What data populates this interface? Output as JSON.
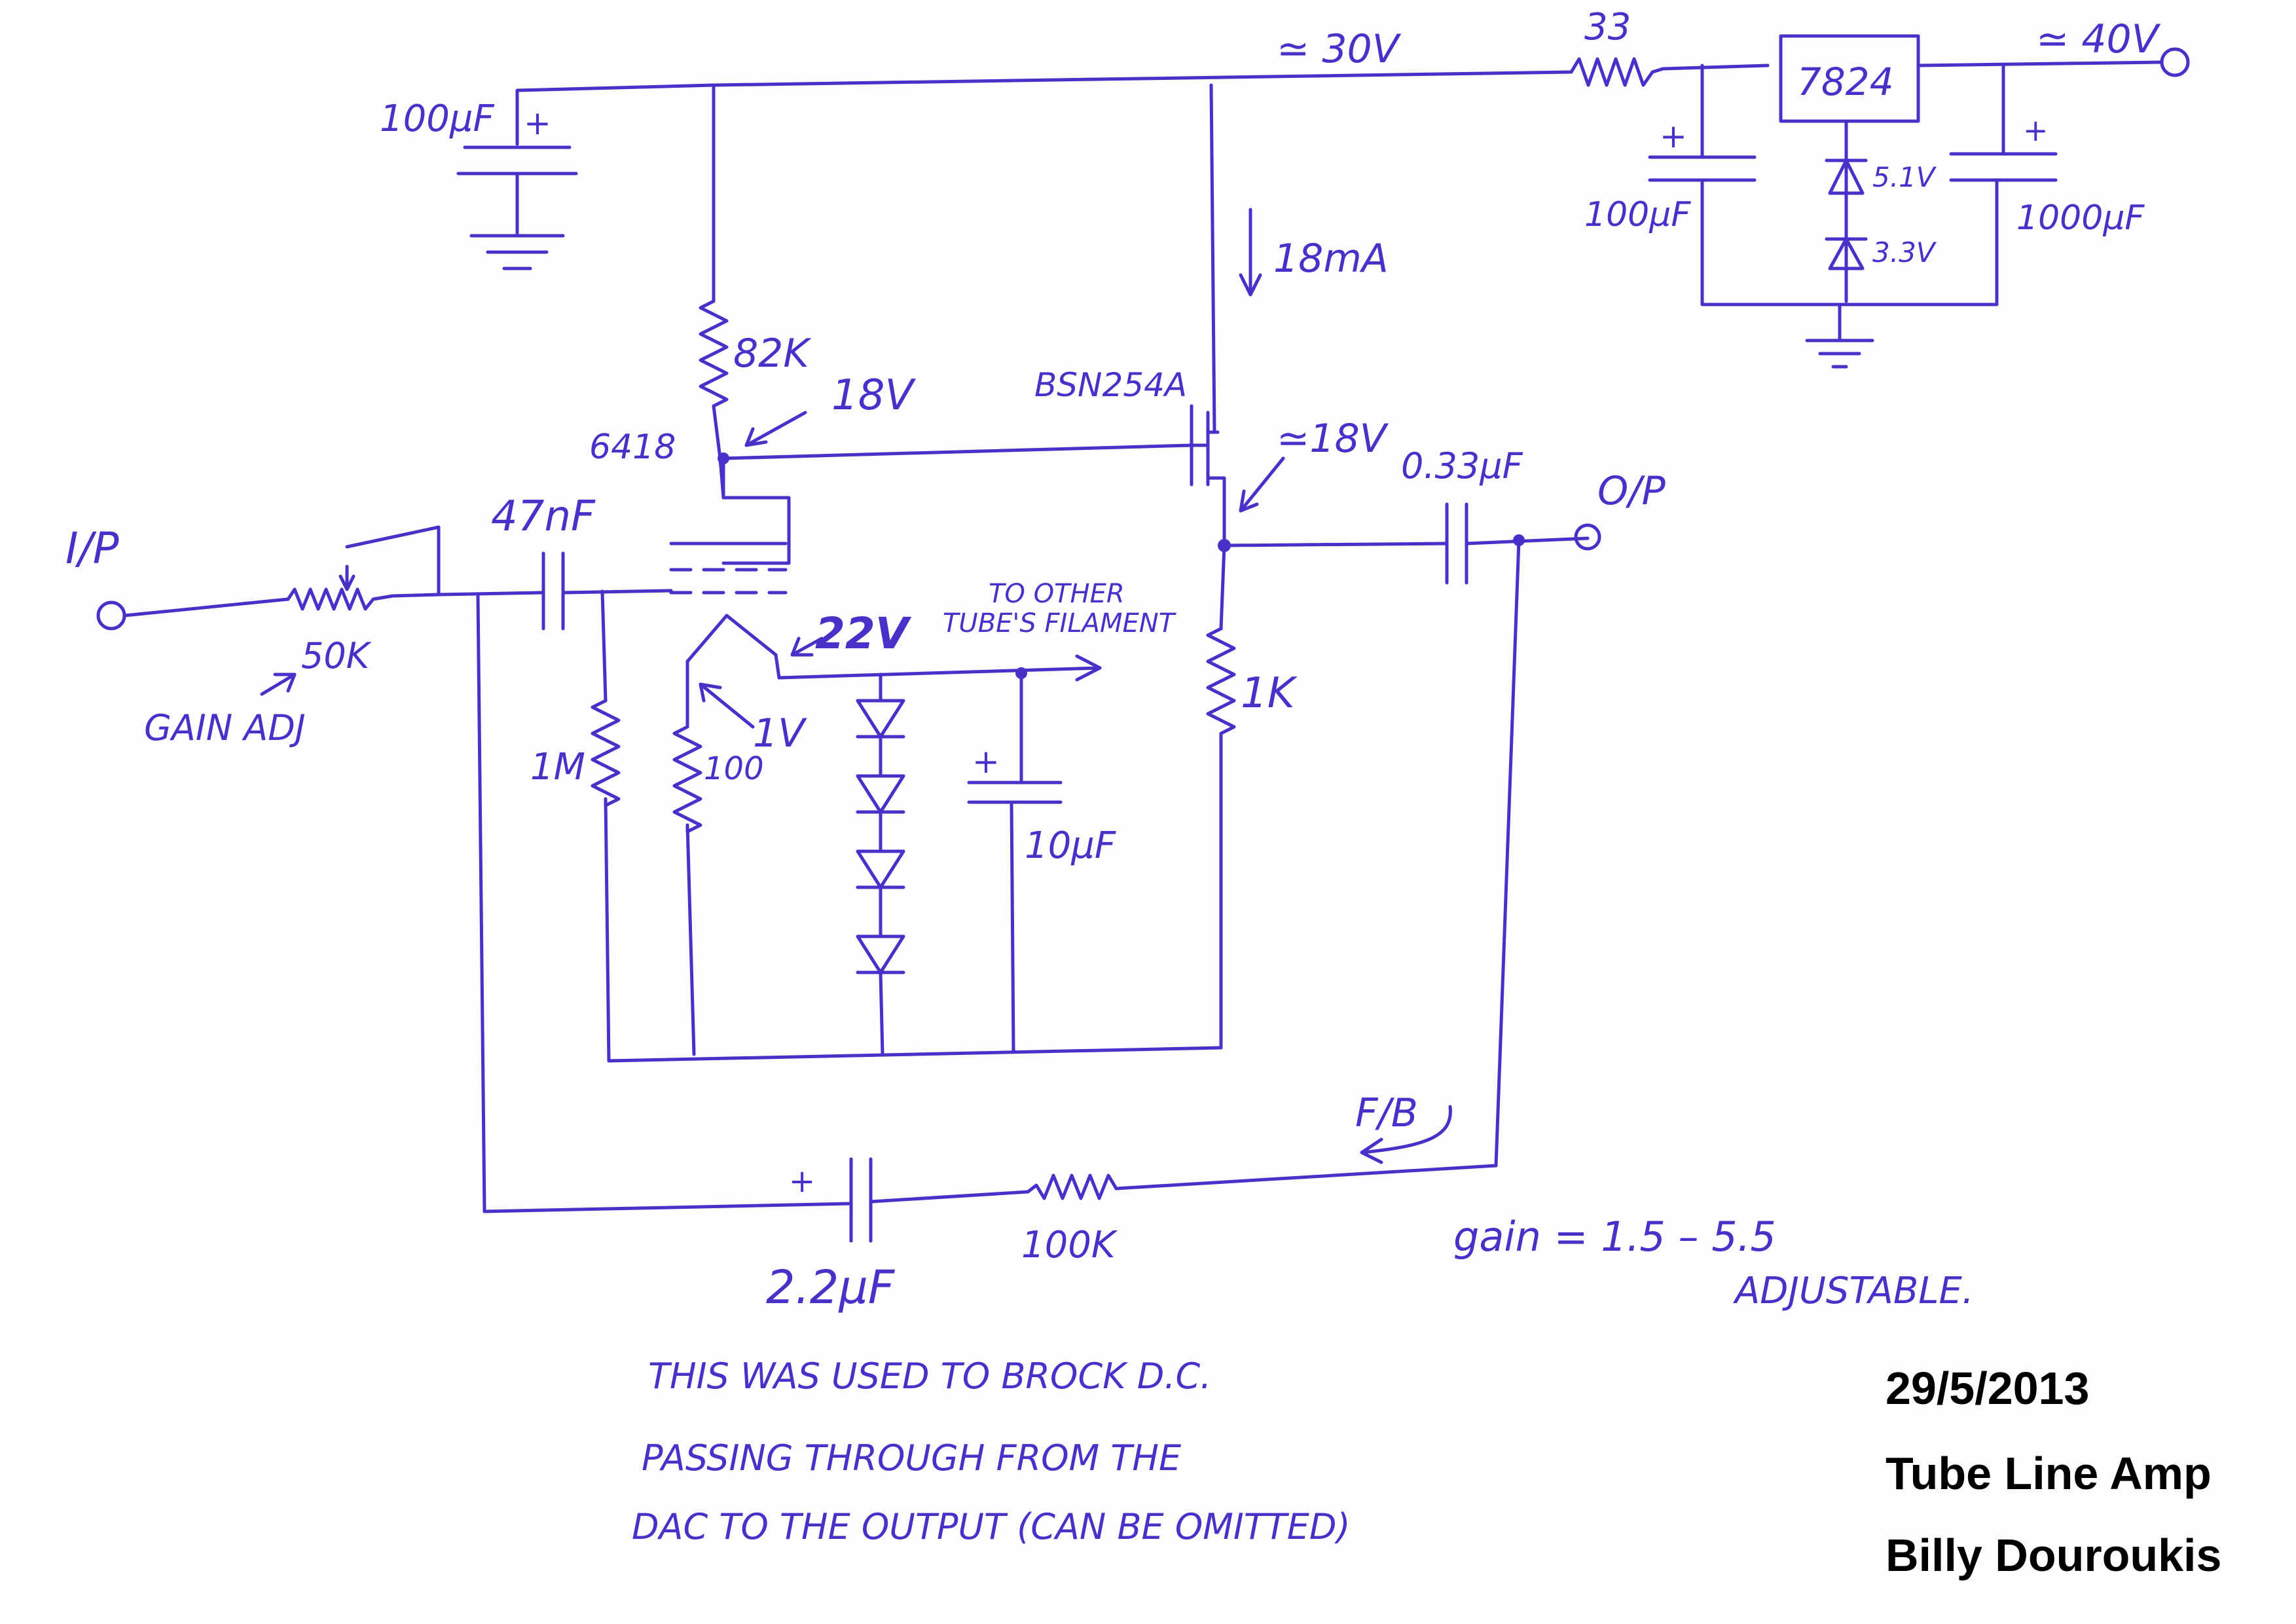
{
  "labels": {
    "v30": "≃ 30V",
    "r33": "33",
    "reg7824": "7824",
    "v40": "≃ 40V",
    "c100uf_left": "100μF",
    "c100uf_right": "100μF",
    "c1000uf": "1000μF",
    "zener51": "5.1V",
    "zener33": "3.3V",
    "i18ma": "18mA",
    "r82k": "82K",
    "v18": "18V",
    "tube": "6418",
    "mosfet": "BSN254A",
    "v18approx": "≃18V",
    "c033": "0.33μF",
    "op": "O/P",
    "ip": "I/P",
    "c47nf": "47nF",
    "pot50k": "50K",
    "gain_adj": "GAIN ADJ",
    "to_other_1": "TO OTHER",
    "to_other_2": "TUBE'S FILAMENT",
    "v22": "22V",
    "v1": "1V",
    "r1m": "1M",
    "r100": "100",
    "r1k": "1K",
    "c10uf": "10μF",
    "fb": "F/B",
    "c22uf": "2.2μF",
    "r100k": "100K",
    "gain_1": "gain = 1.5 – 5.5",
    "gain_2": "ADJUSTABLE.",
    "note_1": "THIS WAS USED TO BROCK D.C.",
    "note_2": "PASSING THROUGH FROM THE",
    "note_3": "DAC TO THE OUTPUT (CAN BE OMITTED)",
    "plus": "+"
  },
  "stamp": {
    "date": "29/5/2013",
    "title": "Tube Line Amp",
    "author": "Billy Douroukis"
  },
  "colors": {
    "ink": "#4a2fc9",
    "stamp": "#000000"
  }
}
